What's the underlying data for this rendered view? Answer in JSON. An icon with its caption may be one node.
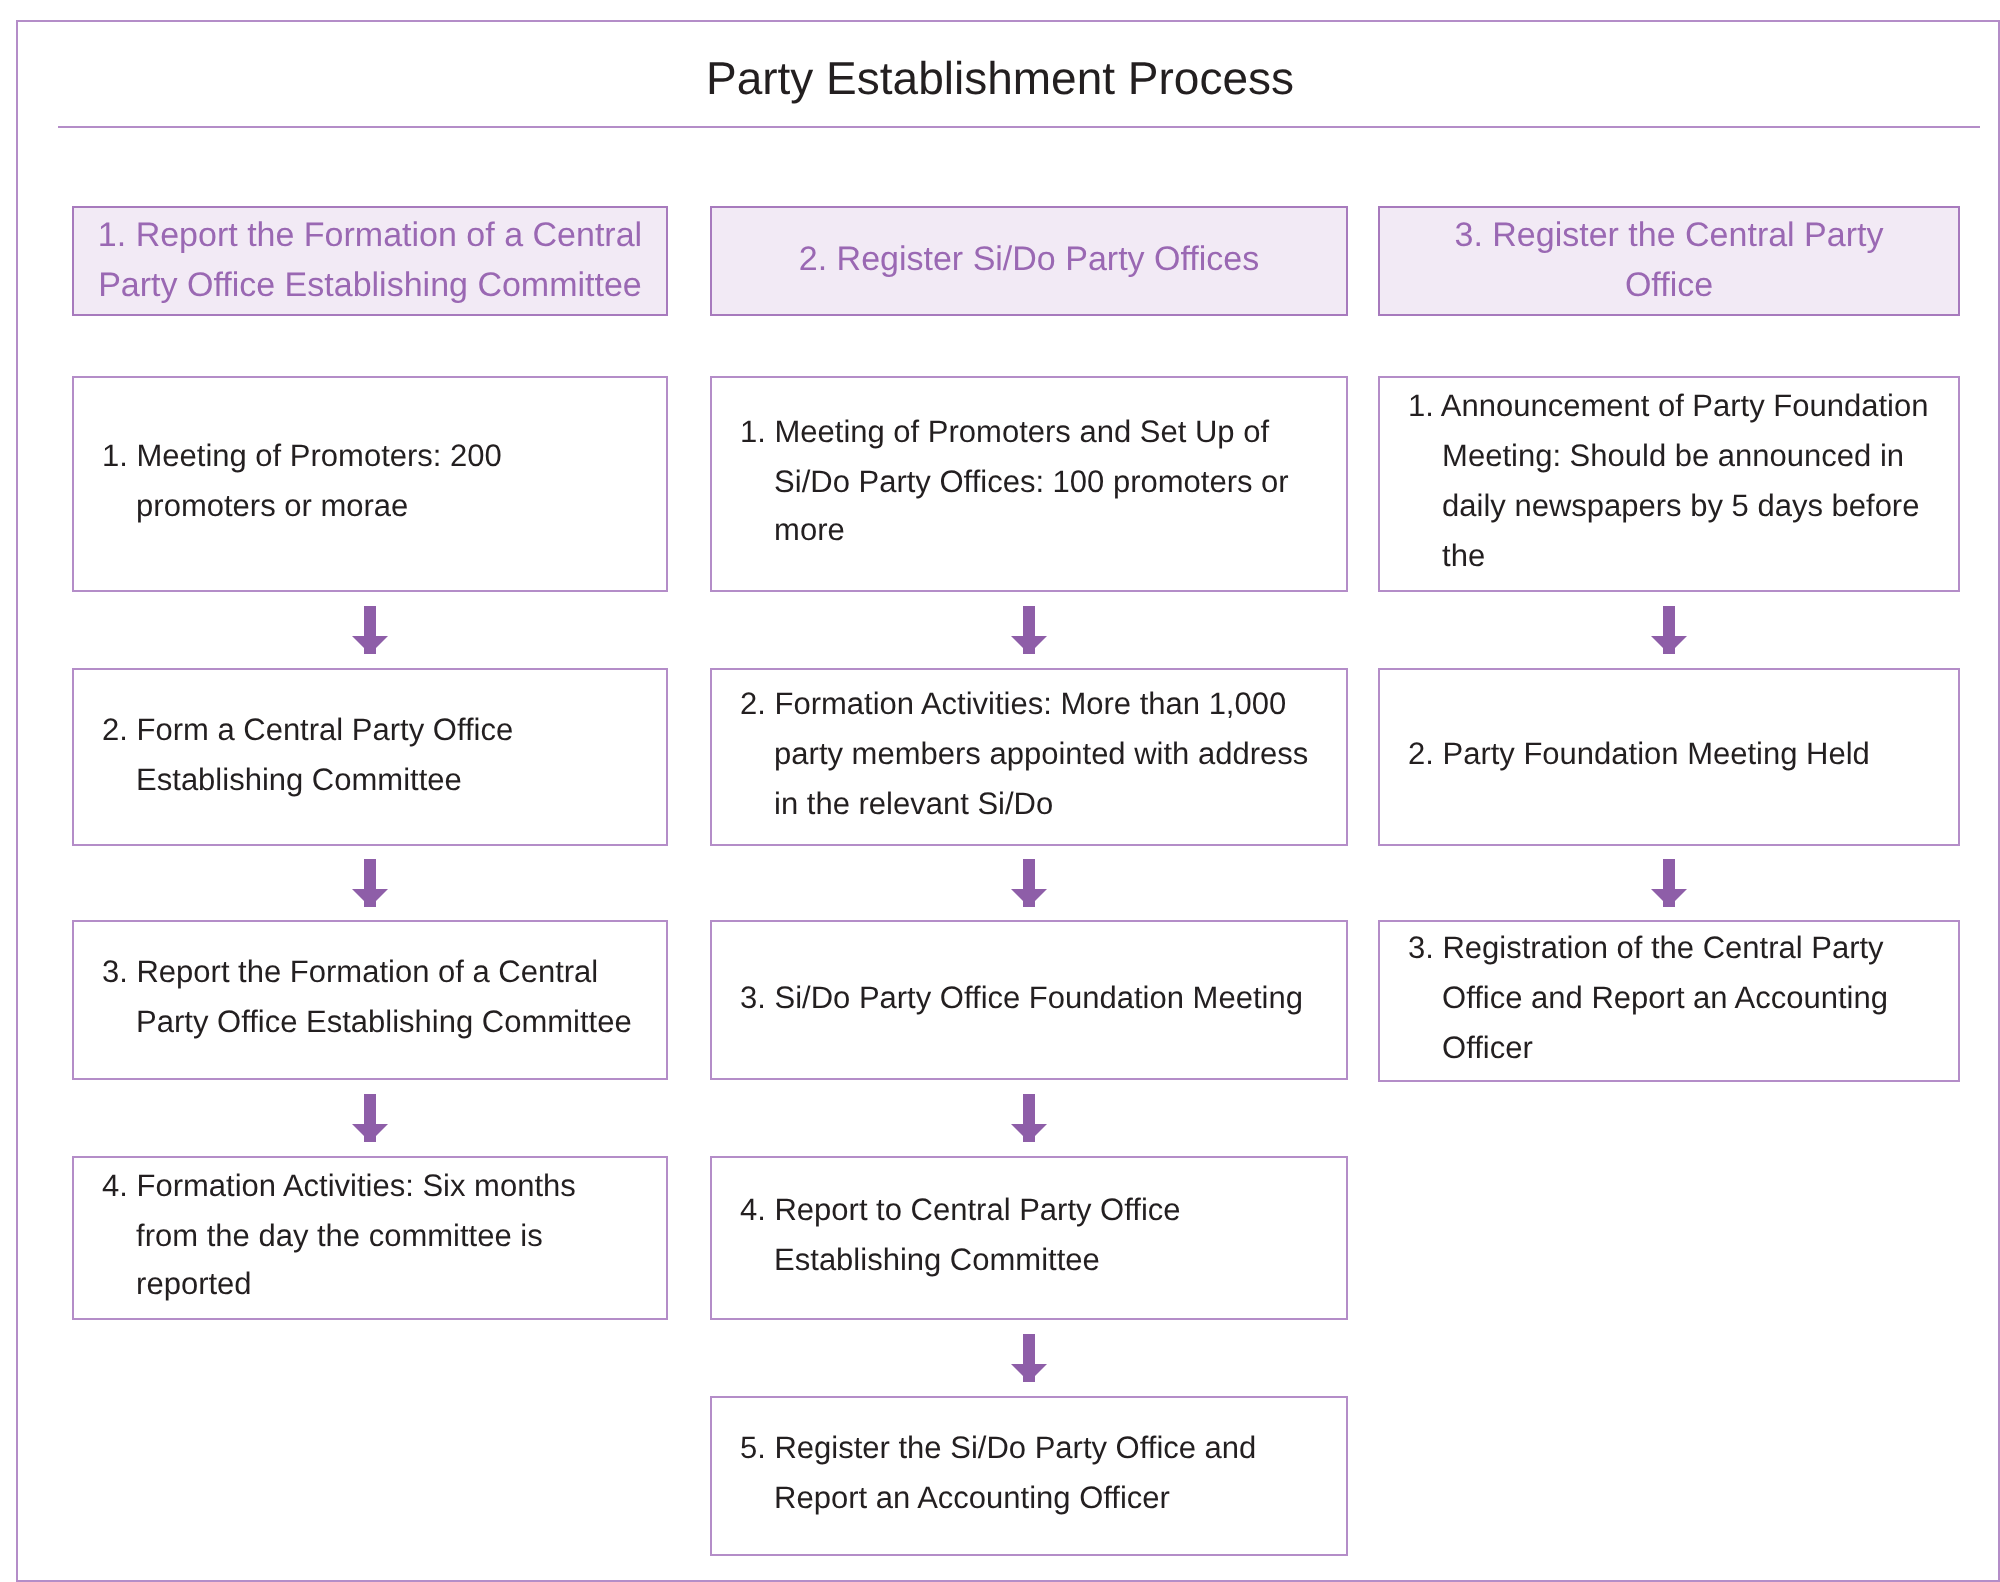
{
  "diagram": {
    "title": "Party Establishment Process",
    "nodes": [
      {
        "text": [
          "1. Report the Formation of a Central Party Office Establishing Committee"
        ]
      },
      {
        "text": [
          "2. Register Si/Do Party Offices"
        ]
      },
      {
        "text": [
          "3. Register the Central Party Office"
        ]
      },
      {
        "text": [
          "1. Meeting of Promoters: 200 promoters or morae"
        ]
      },
      {
        "text": [
          "2. Form a Central Party Office Establishing Committee"
        ]
      },
      {
        "text": [
          "3. Report the Formation of a Central Party Office Establishing Committee"
        ]
      },
      {
        "text": [
          "4. Formation Activities: Six months from the day the committee is reported"
        ]
      },
      {
        "text": [
          "1. Meeting of Promoters and Set Up of Si/Do Party Offices: 100 promoters or more"
        ]
      },
      {
        "text": [
          "2. Formation Activities: More than 1,000 party members appointed with address in the relevant Si/Do"
        ]
      },
      {
        "text": [
          "3. Si/Do Party Office Foundation Meeting"
        ]
      },
      {
        "text": [
          "4. Report to Central Party Office Establishing Committee"
        ]
      },
      {
        "text": [
          "5. Register the Si/Do Party Office and Report an Accounting Officer"
        ]
      },
      {
        "text": [
          "1. Announcement of Party Foundation Meeting: Should be announced in daily newspapers by 5 days before the"
        ]
      },
      {
        "text": [
          "2. Party Foundation Meeting Held"
        ]
      },
      {
        "text": [
          "3. Registration of the Central Party Office and Report an Accounting Officer"
        ]
      }
    ],
    "edges": [
      {
        "from": 3,
        "to": 4,
        "arrow": "to"
      },
      {
        "from": 4,
        "to": 5,
        "arrow": "to"
      },
      {
        "from": 5,
        "to": 6,
        "arrow": "to"
      },
      {
        "from": 7,
        "to": 8,
        "arrow": "to"
      },
      {
        "from": 8,
        "to": 9,
        "arrow": "to"
      },
      {
        "from": 9,
        "to": 10,
        "arrow": "to"
      },
      {
        "from": 10,
        "to": 11,
        "arrow": "to"
      },
      {
        "from": 12,
        "to": 13,
        "arrow": "to"
      },
      {
        "from": 13,
        "to": 14,
        "arrow": "to"
      }
    ]
  }
}
